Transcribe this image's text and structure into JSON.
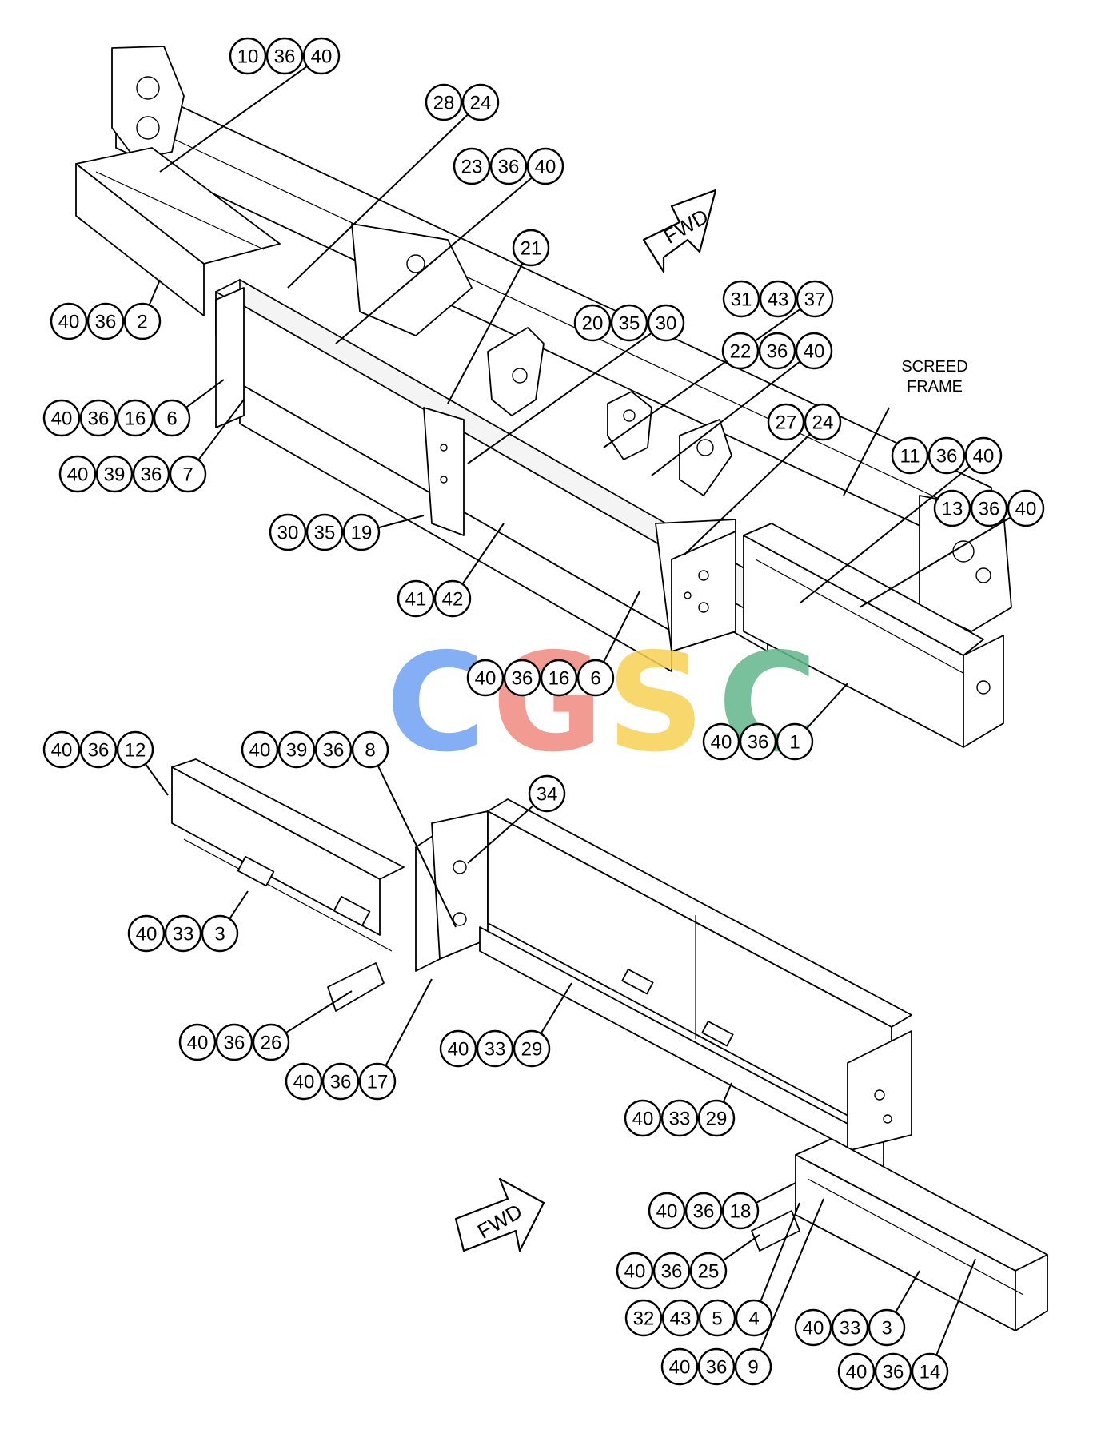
{
  "callouts": [
    {
      "parts": [
        "10",
        "36",
        "40"
      ]
    },
    {
      "parts": [
        "28",
        "24"
      ]
    },
    {
      "parts": [
        "23",
        "36",
        "40"
      ]
    },
    {
      "parts": [
        "21"
      ]
    },
    {
      "parts": [
        "40",
        "36",
        "2"
      ]
    },
    {
      "parts": [
        "20",
        "35",
        "30"
      ]
    },
    {
      "parts": [
        "31",
        "43",
        "37"
      ]
    },
    {
      "parts": [
        "22",
        "36",
        "40"
      ]
    },
    {
      "parts": [
        "40",
        "36",
        "16",
        "6"
      ]
    },
    {
      "parts": [
        "27",
        "24"
      ]
    },
    {
      "parts": [
        "40",
        "39",
        "36",
        "7"
      ]
    },
    {
      "parts": [
        "11",
        "36",
        "40"
      ]
    },
    {
      "parts": [
        "13",
        "36",
        "40"
      ]
    },
    {
      "parts": [
        "30",
        "35",
        "19"
      ]
    },
    {
      "parts": [
        "41",
        "42"
      ]
    },
    {
      "parts": [
        "40",
        "36",
        "16",
        "6"
      ]
    },
    {
      "parts": [
        "40",
        "36",
        "1"
      ]
    },
    {
      "parts": [
        "40",
        "36",
        "12"
      ]
    },
    {
      "parts": [
        "40",
        "39",
        "36",
        "8"
      ]
    },
    {
      "parts": [
        "34"
      ]
    },
    {
      "parts": [
        "40",
        "33",
        "3"
      ]
    },
    {
      "parts": [
        "40",
        "36",
        "26"
      ]
    },
    {
      "parts": [
        "40",
        "33",
        "29"
      ]
    },
    {
      "parts": [
        "40",
        "36",
        "17"
      ]
    },
    {
      "parts": [
        "40",
        "33",
        "29"
      ]
    },
    {
      "parts": [
        "40",
        "36",
        "18"
      ]
    },
    {
      "parts": [
        "40",
        "36",
        "25"
      ]
    },
    {
      "parts": [
        "32",
        "43",
        "5",
        "4"
      ]
    },
    {
      "parts": [
        "40",
        "33",
        "3"
      ]
    },
    {
      "parts": [
        "40",
        "36",
        "9"
      ]
    },
    {
      "parts": [
        "40",
        "36",
        "14"
      ]
    }
  ],
  "labels": {
    "screed_frame_line1": "SCREED",
    "screed_frame_line2": "FRAME",
    "fwd_top": "FWD",
    "fwd_bottom": "FWD"
  },
  "watermark": {
    "letters": [
      "C",
      "G",
      "S",
      "C"
    ],
    "colors": [
      "#6fa1f2",
      "#f08a80",
      "#f7d154",
      "#62b58b"
    ]
  }
}
